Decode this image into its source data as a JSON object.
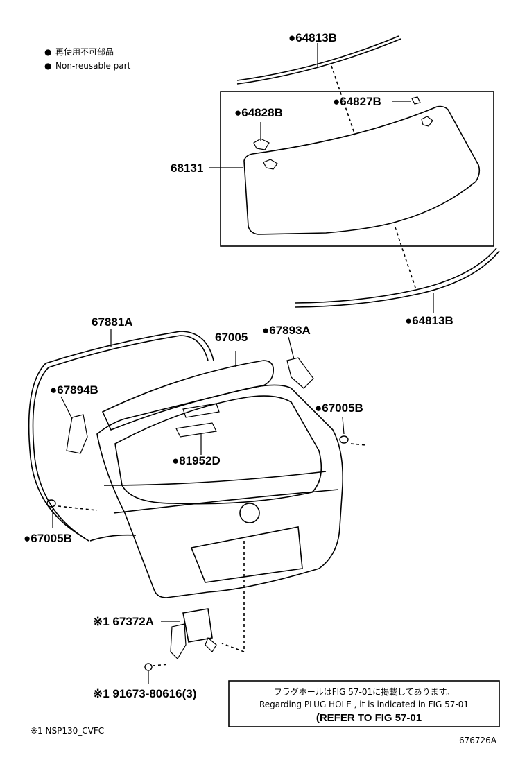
{
  "legend": {
    "items": [
      {
        "symbol": "●",
        "text": "再使用不可部品"
      },
      {
        "symbol": "●",
        "text": "Non-reusable part"
      }
    ]
  },
  "parts": [
    {
      "id": "p64813b_top",
      "label": "●64813B"
    },
    {
      "id": "p64827b",
      "label": "●64827B"
    },
    {
      "id": "p64828b",
      "label": "●64828B"
    },
    {
      "id": "p68131",
      "label": "68131"
    },
    {
      "id": "p64813b_bot",
      "label": "●64813B"
    },
    {
      "id": "p67881a",
      "label": "67881A"
    },
    {
      "id": "p67005",
      "label": "67005"
    },
    {
      "id": "p67893a",
      "label": "●67893A"
    },
    {
      "id": "p67894b",
      "label": "●67894B"
    },
    {
      "id": "p67005b_r",
      "label": "●67005B"
    },
    {
      "id": "p81952d",
      "label": "●81952D"
    },
    {
      "id": "p67005b_l",
      "label": "●67005B"
    },
    {
      "id": "p67372a",
      "label": "※1 67372A"
    },
    {
      "id": "p91673",
      "label": "※1 91673-80616(3)"
    }
  ],
  "reference_box": {
    "line1": "フラグホールはFIG 57-01に掲載してあります。",
    "line2": "Regarding PLUG HOLE , it is indicated in FIG 57-01",
    "line3": "(REFER TO FIG 57-01"
  },
  "footnote": "※1 NSP130_CVFC",
  "figure_code": "676726A"
}
